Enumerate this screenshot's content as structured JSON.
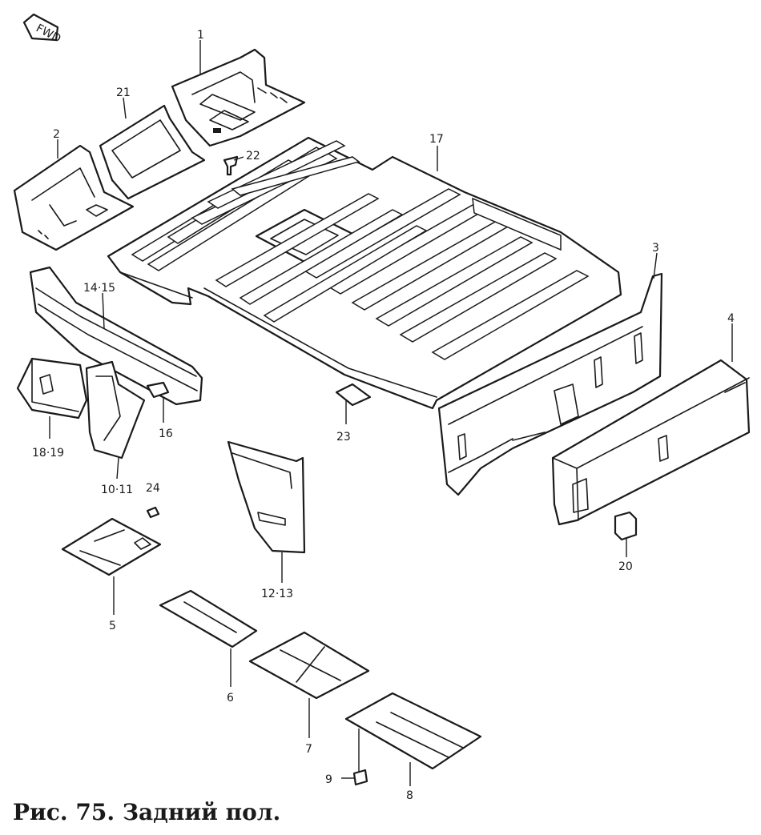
{
  "caption": "Рис. 75. Задний пол.",
  "fwd_mark": "FWD",
  "labels": {
    "p1": "1",
    "p21": "21",
    "p2": "2",
    "p22": "22",
    "p17": "17",
    "p3": "3",
    "p14_15": "14·15",
    "p4": "4",
    "p18_19": "18·19",
    "p16": "16",
    "p23": "23",
    "p10_11": "10·11",
    "p24": "24",
    "p12_13": "12·13",
    "p20": "20",
    "p5": "5",
    "p6a": "6",
    "p7": "7",
    "p9": "9",
    "p8": "8"
  }
}
